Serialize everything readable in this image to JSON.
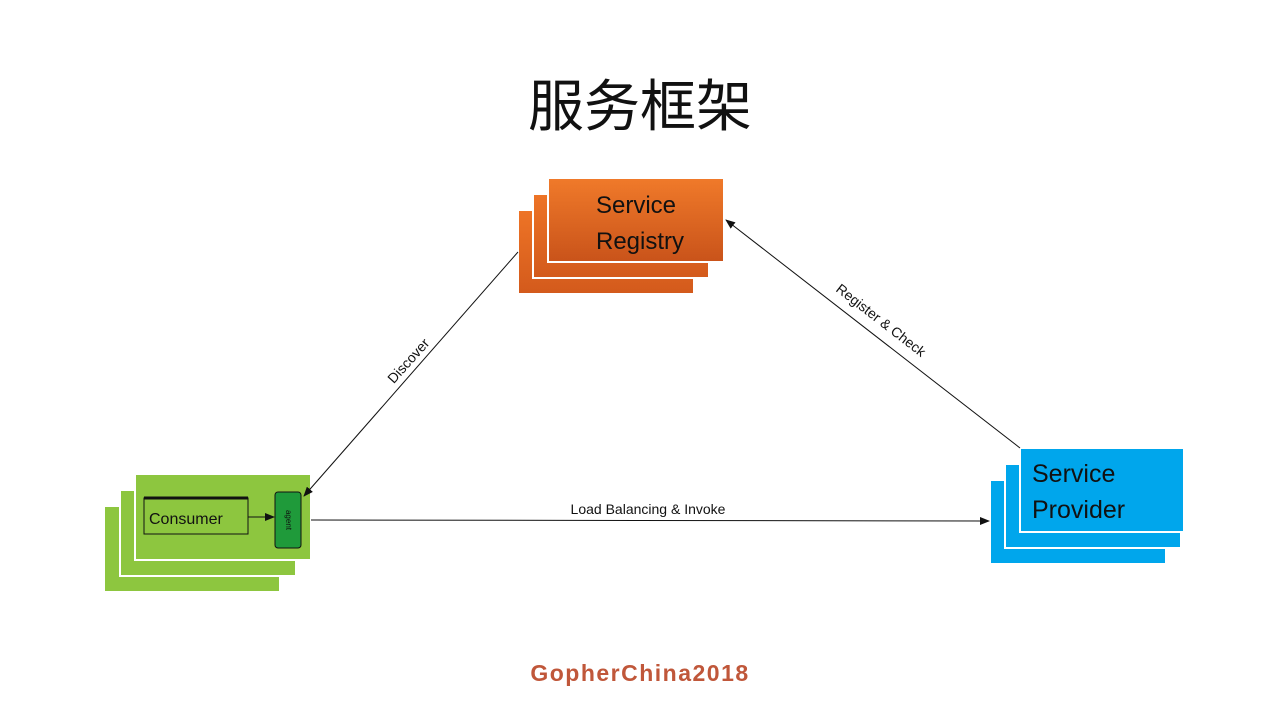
{
  "title": "服务框架",
  "footer": "GopherChina2018",
  "nodes": {
    "registry": {
      "line1": "Service",
      "line2": "Registry"
    },
    "provider": {
      "line1": "Service",
      "line2": "Provider"
    },
    "consumer": {
      "label": "Consumer",
      "agent": "agent"
    }
  },
  "edges": {
    "discover": "Discover",
    "register": "Register & Check",
    "invoke": "Load Balancing & Invoke"
  },
  "colors": {
    "registry": "#e8661f",
    "registry_dark": "#c9561a",
    "provider": "#00a6ec",
    "consumer": "#8dc63f",
    "agent": "#1f9a3a",
    "footer": "#c0573a"
  }
}
